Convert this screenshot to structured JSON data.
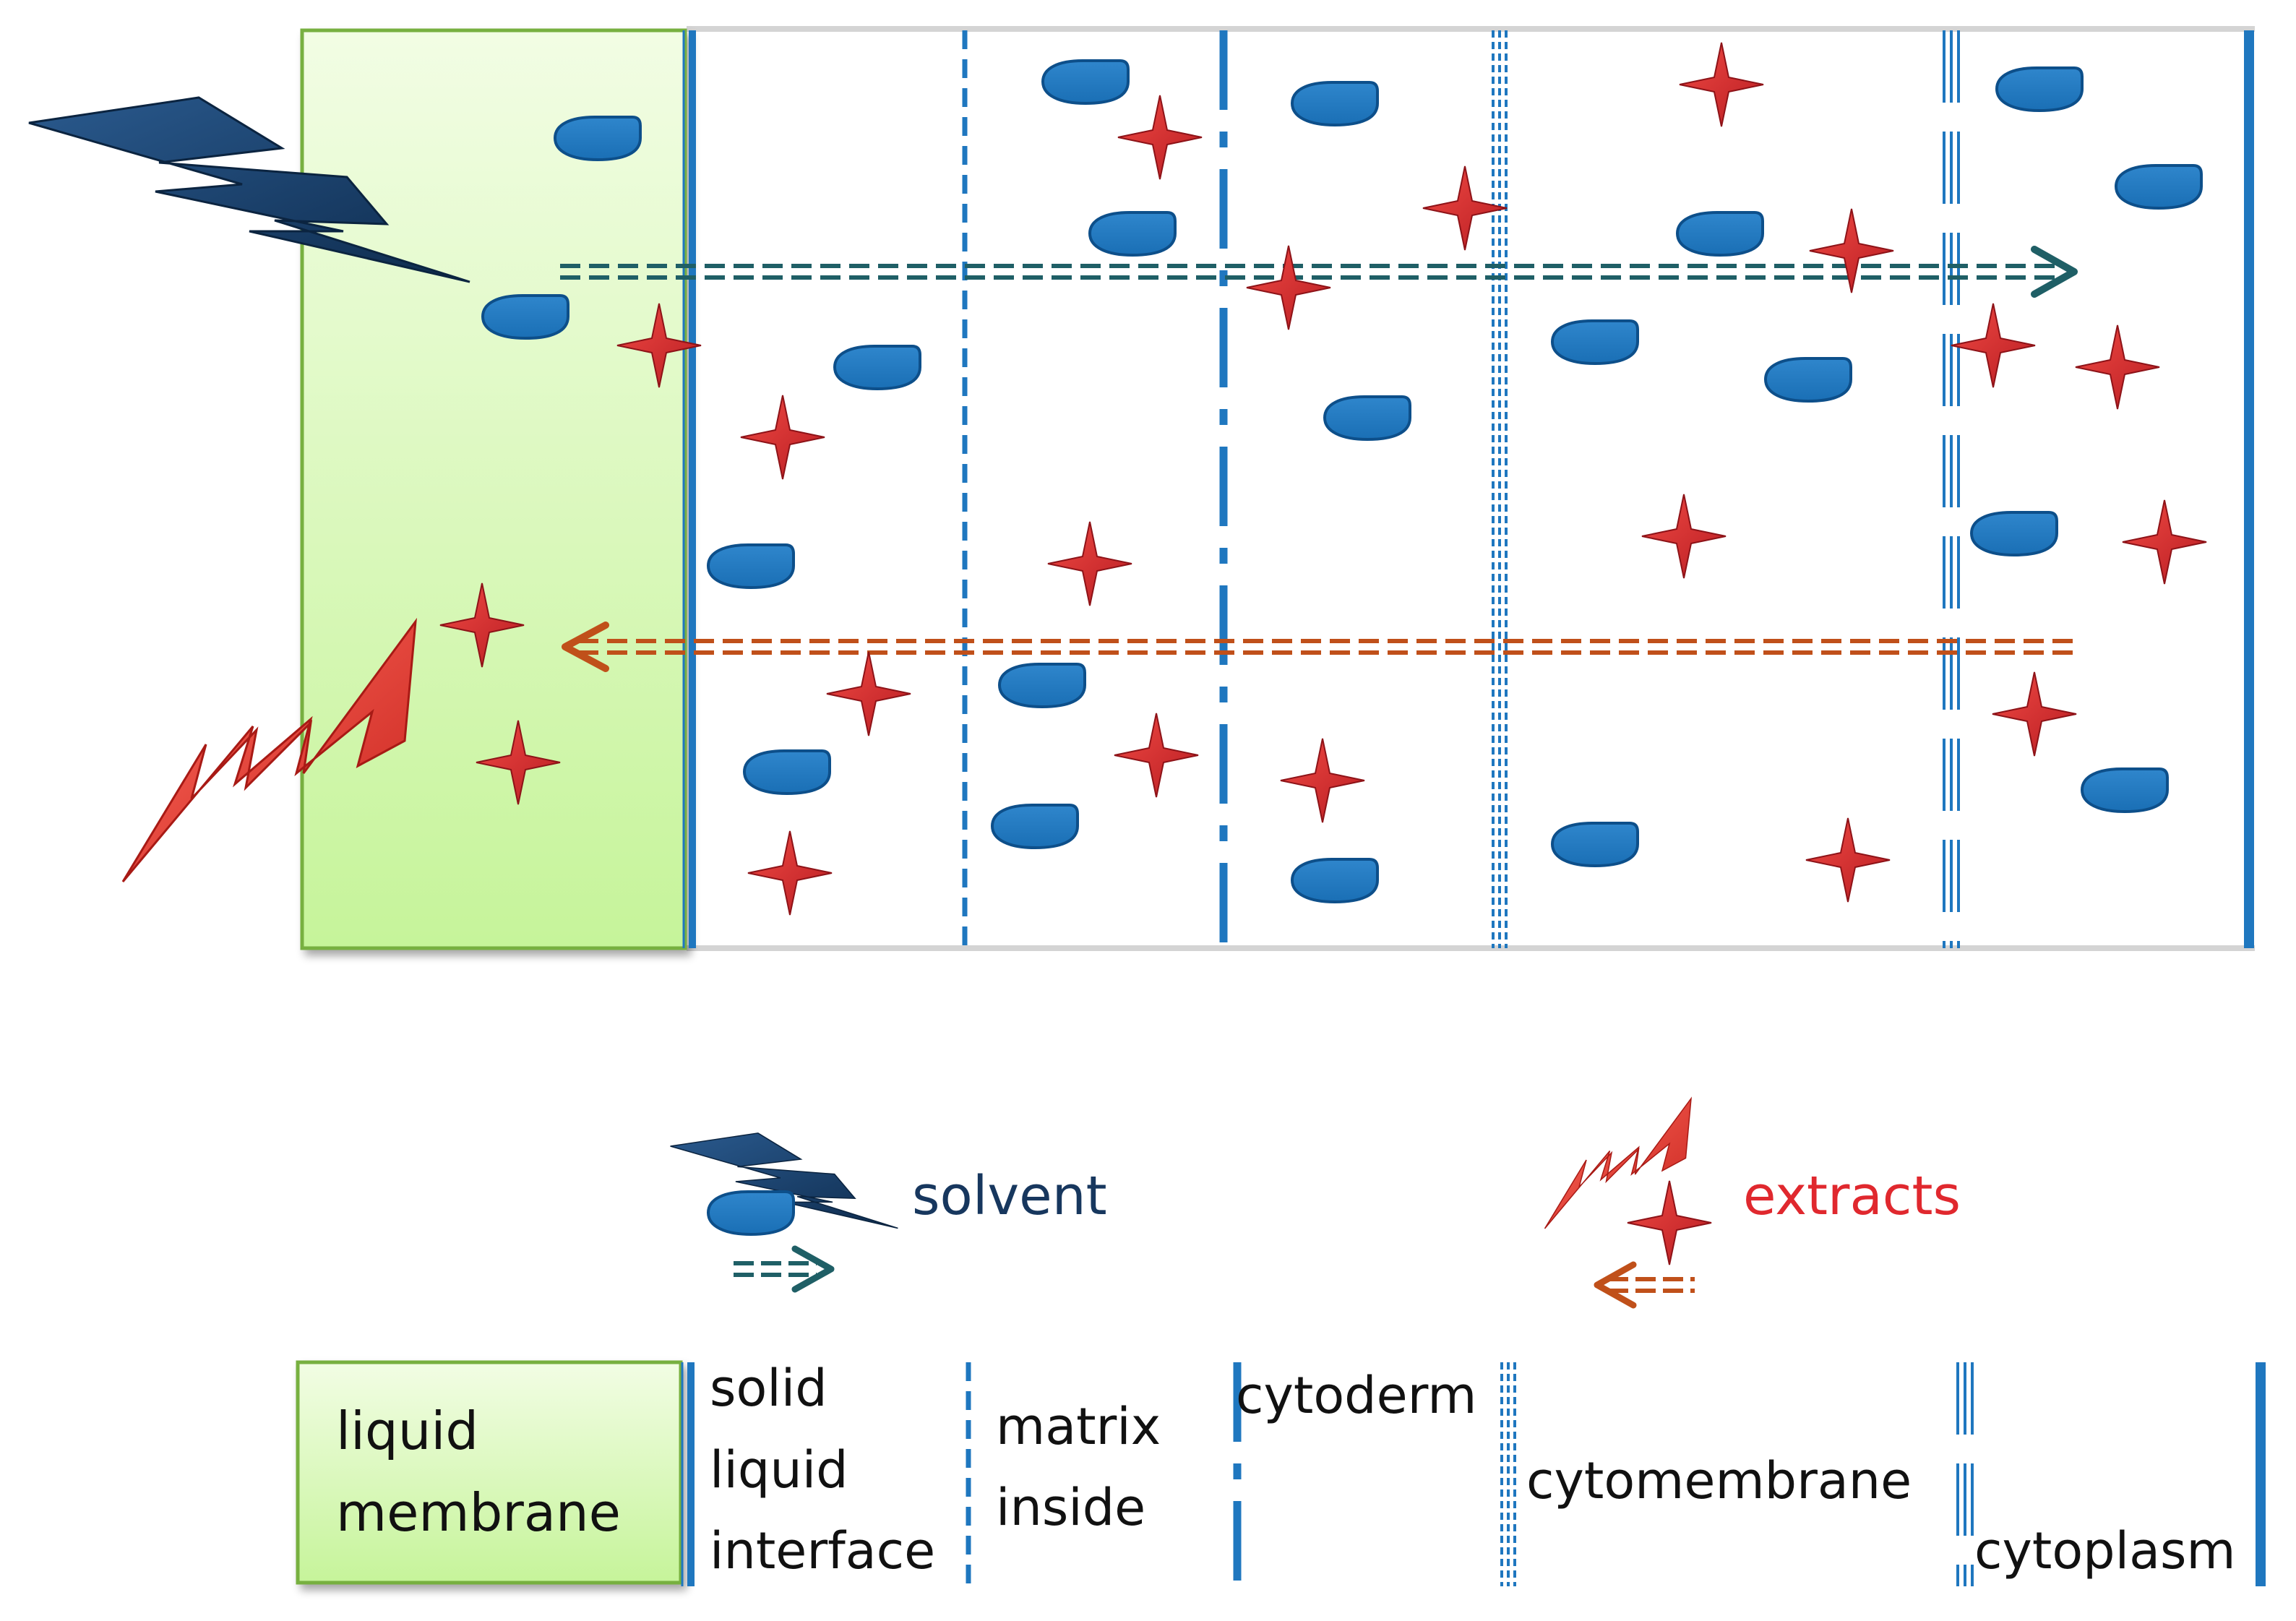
{
  "legend": {
    "solvent_label": "solvent",
    "extracts_label": "extracts"
  },
  "layers": {
    "liquid_membrane": [
      "liquid",
      "membrane"
    ],
    "interface": [
      "solid",
      "liquid",
      "interface"
    ],
    "matrix": [
      "matrix",
      "inside"
    ],
    "cytoderm": "cytoderm",
    "cytomembrane": "cytomembrane",
    "cytoplasm": "cytoplasm"
  },
  "colors": {
    "solvent_drop": "#1f77bf",
    "solvent_drop_edge": "#0d4f8a",
    "solvent_bolt": "#17375e",
    "extract_star": "#d9262b",
    "extract_bolt": "#e8453c",
    "solvent_arrow": "#1f5f66",
    "extract_arrow": "#c0501a",
    "boundary_line": "#1f77bf",
    "membrane_fill_top": "#f2fde4",
    "membrane_fill_bottom": "#c6f49a",
    "membrane_border": "#77b041",
    "legend_solvent_text": "#17375e",
    "legend_extracts_text": "#e0282e"
  }
}
